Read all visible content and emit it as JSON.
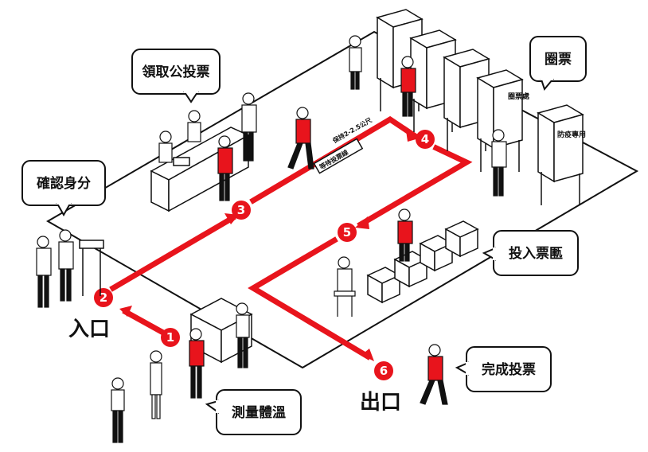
{
  "callouts": {
    "receive_ballot": "領取公投票",
    "verify_identity": "確認身分",
    "mark_ballot": "圈票",
    "ballot_box_area": "投入票匭",
    "measure_temperature": "測量體溫",
    "finish_voting": "完成投票"
  },
  "gates": {
    "entrance": "入口",
    "exit": "出口"
  },
  "floor_labels": {
    "keep_distance": "保持2-2.5公尺",
    "waiting_line": "等待投票線"
  },
  "booth_labels": {
    "booth": "圈票處",
    "epidemic_booth": "防疫專用"
  },
  "steps": [
    "1",
    "2",
    "3",
    "4",
    "5",
    "6"
  ],
  "colors": {
    "accent": "#e8141c",
    "ink": "#111111",
    "floor": "#ffffff"
  }
}
